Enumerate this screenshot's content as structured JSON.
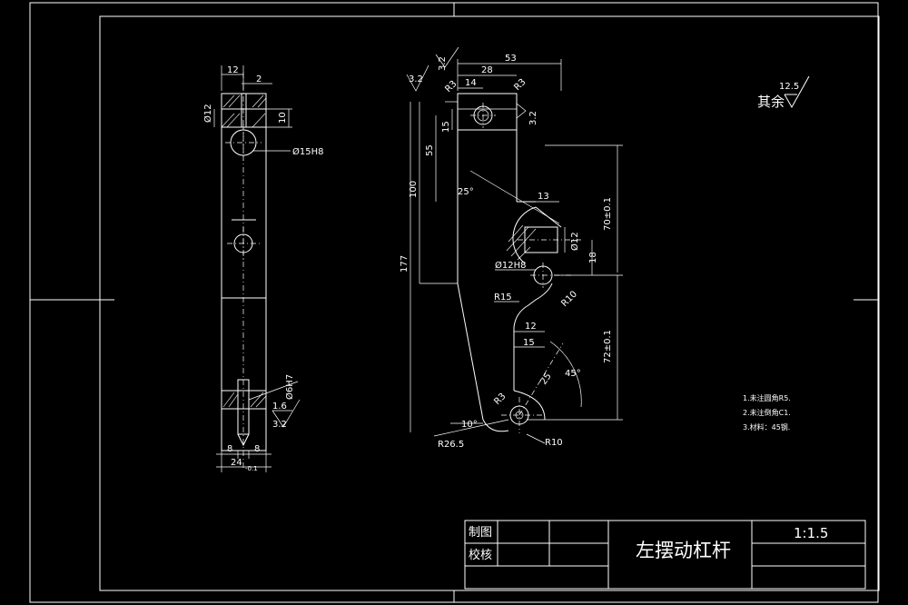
{
  "title_block": {
    "drawn_label": "制图",
    "checked_label": "校核",
    "part_name": "左摆动杠杆",
    "scale": "1:1.5"
  },
  "surface_finish": {
    "label": "其余",
    "value": "12.5"
  },
  "notes": [
    "1.未注圆角R5.",
    "2.未注倒角C1.",
    "3.材料：45钢."
  ],
  "side_view": {
    "dims": {
      "width_top": "12",
      "slot": "2",
      "bore_dia": "Ø12",
      "depth": "10",
      "hole": "Ø15H8",
      "tap": "Ø6H7",
      "finish_a": "1.6",
      "finish_b": "3.2",
      "w1": "8",
      "w2": "8",
      "overall_w": "24",
      "tol": "-0.1"
    }
  },
  "front_view": {
    "dims": {
      "finish_top": "3.2",
      "finish_left": "3.2",
      "finish_mid": "3.2",
      "w53": "53",
      "w28": "28",
      "w14": "14",
      "r3a": "R3",
      "r3b": "R3",
      "h15": "15",
      "h55": "55",
      "h100": "100",
      "h177": "177",
      "ang25": "25°",
      "w13": "13",
      "h70": "70±0.1",
      "bore12": "Ø12",
      "h18": "18",
      "hole12": "Ø12H8",
      "r10a": "R10",
      "r15": "R15",
      "w12": "12",
      "w15": "15",
      "h72": "72±0.1",
      "l25": "25",
      "ang45": "45°",
      "r3c": "R3",
      "ang10": "10°",
      "r265": "R26.5",
      "r10b": "R10"
    }
  }
}
